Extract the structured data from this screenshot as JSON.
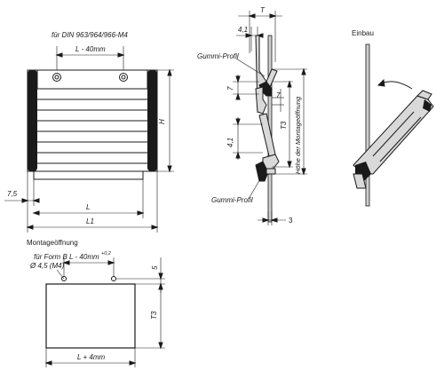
{
  "labels": {
    "din_note": "für DIN 963/964/966-M4",
    "l_40": "L - 40mm",
    "h": "H",
    "l": "L",
    "l1": "L1",
    "d75": "7,5",
    "t": "T",
    "d41_top": "4,1",
    "gummi_top": "Gummi-Profil",
    "d7_left": "7",
    "d7_right": "7",
    "t3": "T3",
    "hoehe": "Höhe der Montageöffnung",
    "d41_mid": "4,1",
    "gummi_bottom": "Gummi-Profil",
    "d3": "3",
    "einbau": "Einbau",
    "montage": "Montageöffnung",
    "form_b": "für Form B",
    "hole": "Ø 4,5 (M4)",
    "l40_sup_main": "L - 40mm",
    "l40_sup": "+0,2",
    "d5": "5",
    "t3_bottom": "T3",
    "l_plus_4": "L + 4mm"
  }
}
